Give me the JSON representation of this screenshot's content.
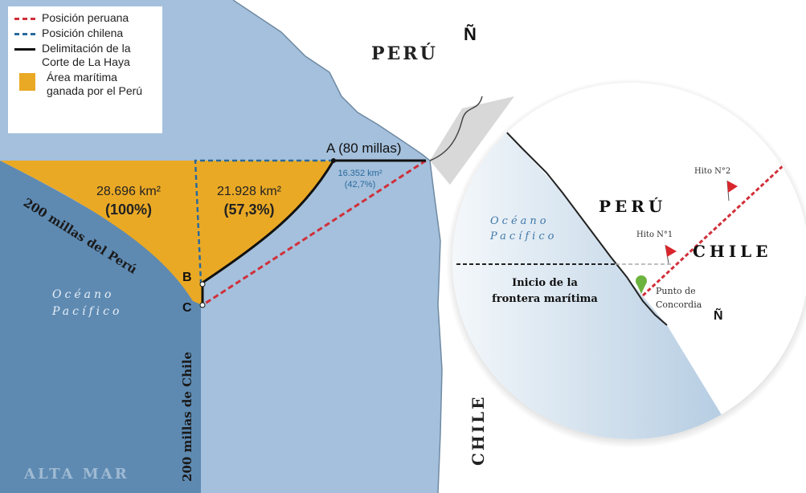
{
  "legend": {
    "items": [
      {
        "label": "Posición peruana",
        "style": "red-dashed"
      },
      {
        "label": "Posición chilena",
        "style": "blue-dashed"
      },
      {
        "label": "Delimitación de la\nCorte de La Haya",
        "style": "black-solid"
      },
      {
        "label": "Área marítima\nganada por el Perú",
        "style": "orange-fill"
      }
    ]
  },
  "map": {
    "country_peru": "PERÚ",
    "country_chile": "CHILE",
    "north": "Ñ",
    "point_a": "A (80 millas)",
    "point_b": "B",
    "point_c": "C",
    "area1_value": "28.696 km²",
    "area1_pct": "(100%)",
    "area2_value": "21.928 km²",
    "area2_pct": "(57,3%)",
    "area3_value": "16.352 km²",
    "area3_pct": "(42,7%)",
    "peru_200": "200 millas del Perú",
    "chile_200": "200 millas de Chile",
    "ocean_1": "Océano",
    "ocean_2": "Pacífico",
    "high_seas": "ALTA MAR"
  },
  "inset": {
    "country_peru": "PERÚ",
    "country_chile": "CHILE",
    "ocean_1": "Océano",
    "ocean_2": "Pacífico",
    "hito1": "Hito N°1",
    "hito2": "Hito N°2",
    "start_1": "Inicio de la",
    "start_2": "frontera marítima",
    "concord_1": "Punto de",
    "concord_2": "Concordia",
    "north": "Ñ"
  },
  "colors": {
    "light_sea": "#a4c0dc",
    "dark_sea": "#5e8ab2",
    "gain": "#eaa925",
    "peru_line": "#d0303a",
    "chile_line": "#2a6a9c"
  }
}
